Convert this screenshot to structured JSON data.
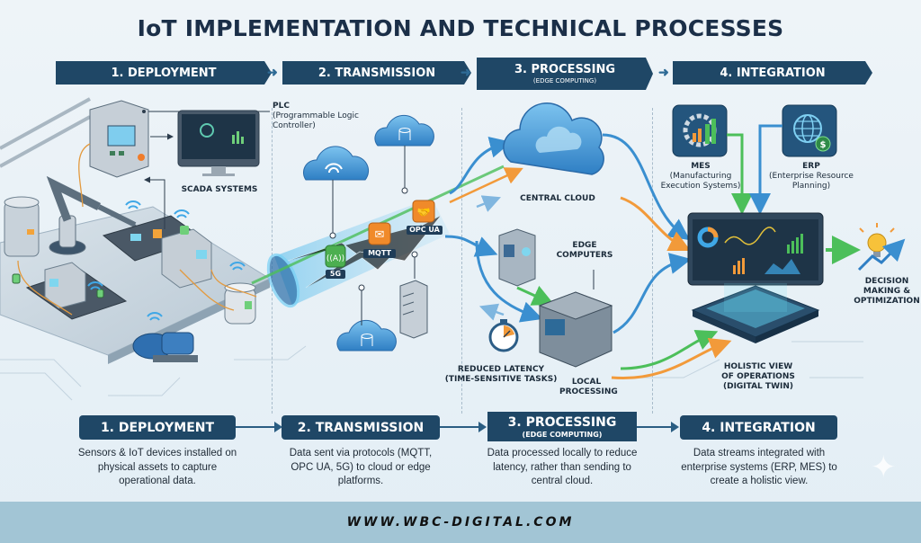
{
  "title": "IoT IMPLEMENTATION AND TECHNICAL PROCESSES",
  "top_stages": [
    {
      "label": "1. DEPLOYMENT"
    },
    {
      "label": "2. TRANSMISSION"
    },
    {
      "label": "3. PROCESSING",
      "sub": "(EDGE COMPUTING)"
    },
    {
      "label": "4. INTEGRATION"
    }
  ],
  "deployment": {
    "plc_title": "PLC",
    "plc_sub": "(Programmable Logic Controller)",
    "scada": "SCADA SYSTEMS"
  },
  "transmission": {
    "protocols": [
      {
        "label": "5G",
        "icon": "antenna-icon",
        "color": "#4caf50"
      },
      {
        "label": "MQTT",
        "icon": "envelope-icon",
        "color": "#f08a2a"
      },
      {
        "label": "OPC UA",
        "icon": "handshake-icon",
        "color": "#f08a2a"
      }
    ]
  },
  "processing": {
    "central_cloud": "CENTRAL CLOUD",
    "edge_computers": "EDGE COMPUTERS",
    "latency": "REDUCED LATENCY",
    "latency_sub": "(TIME-SENSITIVE TASKS)",
    "local_processing": "LOCAL PROCESSING"
  },
  "integration": {
    "mes_title": "MES",
    "mes_sub": "(Manufacturing Execution Systems)",
    "erp_title": "ERP",
    "erp_sub": "(Enterprise Resource Planning)",
    "holistic": "HOLISTIC VIEW OF OPERATIONS (DIGITAL TWIN)",
    "decision": "DECISION MAKING & OPTIMIZATION"
  },
  "bottom_steps": [
    {
      "label": "1. DEPLOYMENT",
      "desc": "Sensors & IoT devices installed on physical assets to capture operational data."
    },
    {
      "label": "2. TRANSMISSION",
      "desc": "Data sent via protocols (MQTT, OPC UA, 5G) to cloud or edge platforms."
    },
    {
      "label": "3. PROCESSING",
      "sub": "(EDGE COMPUTING)",
      "desc": "Data processed locally to reduce latency, rather than sending to central cloud."
    },
    {
      "label": "4. INTEGRATION",
      "desc": "Data streams integrated with enterprise systems (ERP, MES) to create a holistic view."
    }
  ],
  "footer": "WWW.WBC-DIGITAL.COM",
  "colors": {
    "navy": "#1f4766",
    "blue_flow": "#3a8fd0",
    "green_flow": "#4cbf5a",
    "orange_flow": "#f29a3a",
    "footer_bg": "#a2c5d5"
  }
}
